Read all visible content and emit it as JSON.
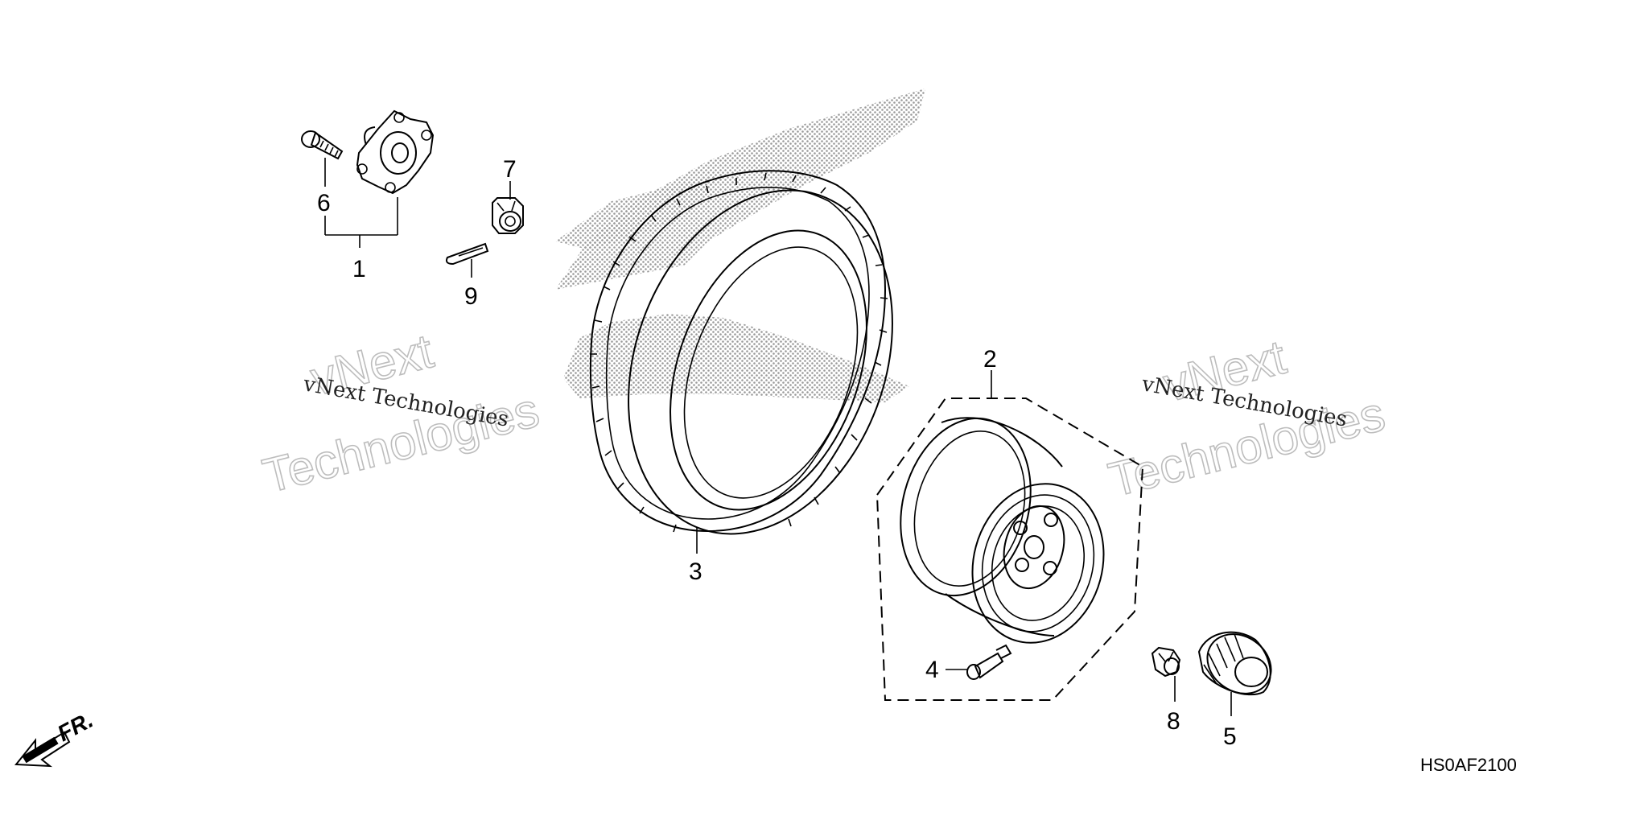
{
  "diagram": {
    "callouts": [
      {
        "id": "1",
        "label": "1"
      },
      {
        "id": "2",
        "label": "2"
      },
      {
        "id": "3",
        "label": "3"
      },
      {
        "id": "4",
        "label": "4"
      },
      {
        "id": "5",
        "label": "5"
      },
      {
        "id": "6",
        "label": "6"
      },
      {
        "id": "7",
        "label": "7"
      },
      {
        "id": "8",
        "label": "8"
      },
      {
        "id": "9",
        "label": "9"
      }
    ],
    "diagram_code": "HS0AF2100",
    "direction_label": "FR."
  },
  "watermark": {
    "small_text": "vNext Technologies",
    "big_line1": "vNext",
    "big_line2": "Technologies"
  },
  "colors": {
    "line": "#000000",
    "halftone": "#9a9a9a",
    "watermark_outline": "#bdbdbd"
  }
}
